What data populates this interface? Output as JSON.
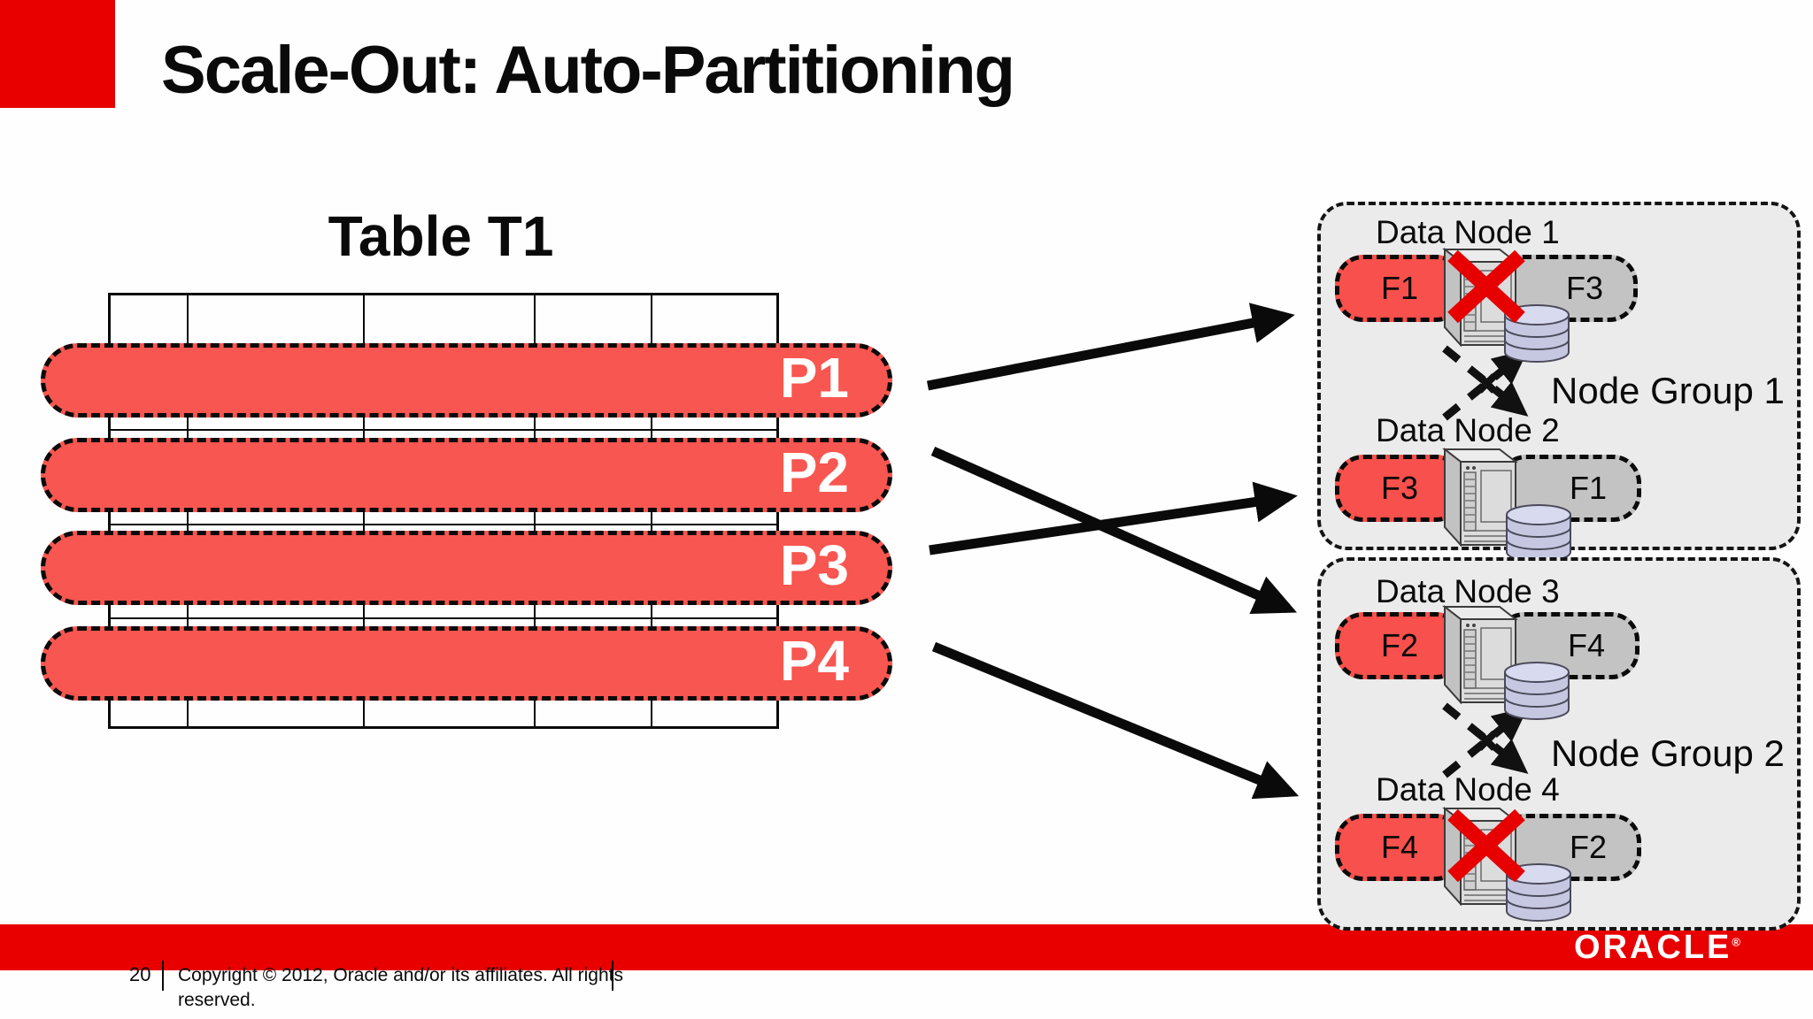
{
  "slide_title": "Scale-Out: Auto-Partitioning",
  "table": {
    "caption": "Table T1"
  },
  "partitions": [
    {
      "label": "P1"
    },
    {
      "label": "P2"
    },
    {
      "label": "P3"
    },
    {
      "label": "P4"
    }
  ],
  "assignments": [
    {
      "from": "P1",
      "to": "Data Node 1"
    },
    {
      "from": "P2",
      "to": "Data Node 3"
    },
    {
      "from": "P3",
      "to": "Data Node 2"
    },
    {
      "from": "P4",
      "to": "Data Node 4"
    }
  ],
  "node_groups": [
    {
      "label": "Node Group 1",
      "nodes": [
        {
          "label": "Data Node 1",
          "primary_fragment": "F1",
          "replica_fragment": "F3",
          "crossed_out": true
        },
        {
          "label": "Data Node 2",
          "primary_fragment": "F3",
          "replica_fragment": "F1",
          "crossed_out": false
        }
      ]
    },
    {
      "label": "Node Group 2",
      "nodes": [
        {
          "label": "Data Node 3",
          "primary_fragment": "F2",
          "replica_fragment": "F4",
          "crossed_out": false
        },
        {
          "label": "Data Node 4",
          "primary_fragment": "F4",
          "replica_fragment": "F2",
          "crossed_out": true
        }
      ]
    }
  ],
  "footer": {
    "page_number": "20",
    "copyright_line1": "Copyright © 2012, Oracle and/or its affiliates. All rights",
    "copyright_line2": "reserved.",
    "logo_text": "ORACLE",
    "registered_mark": "®"
  },
  "icons": {
    "server": "server-tower-icon",
    "database": "database-cylinder-icon",
    "failure": "red-x-icon",
    "replication": "crossed-dashed-arrows-icon"
  },
  "colors": {
    "oracle_red": "#e80000",
    "partition_red": "#f85650",
    "fragment_red": "#f8504c",
    "pill_gray": "#c3c3c3",
    "group_background": "#ebebeb",
    "x_red": "#e60000",
    "grid_line_in_bar": "#b0403c"
  }
}
